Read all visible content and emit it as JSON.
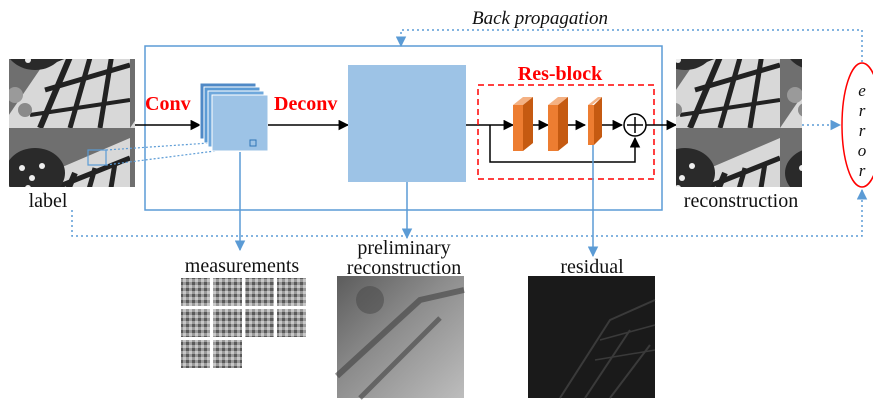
{
  "labels": {
    "back_propagation": "Back propagation",
    "conv": "Conv",
    "deconv": "Deconv",
    "res_block": "Res-block",
    "label": "label",
    "reconstruction": "reconstruction",
    "measurements": "measurements",
    "preliminary_line1": "preliminary",
    "preliminary_line2": "reconstruction",
    "residual": "residual",
    "error_letters": [
      "e",
      "r",
      "r",
      "o",
      "r"
    ],
    "plus": "+"
  },
  "colors": {
    "network_border": "#5b9bd5",
    "feature_maps": "#5b9bd5",
    "prelim_block": "#9dc3e6",
    "res_block_border": "#ff0000",
    "orange_layer": "#ed7d31",
    "dotted_arrow": "#5b9bd5",
    "label_red": "#ff0000"
  }
}
